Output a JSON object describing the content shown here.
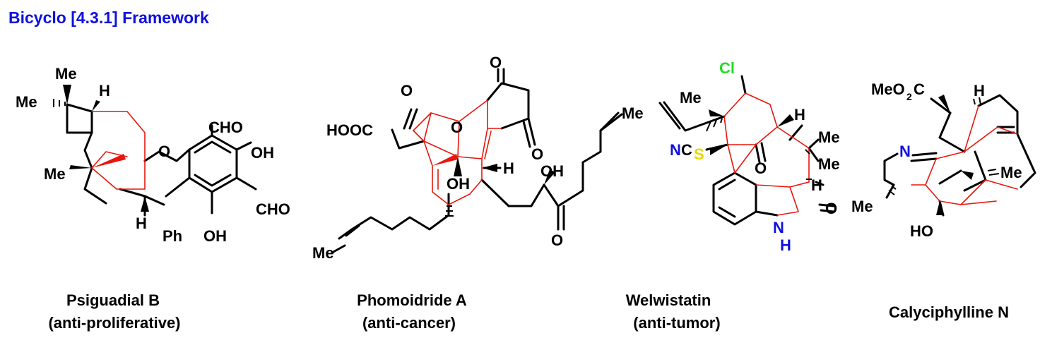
{
  "header": {
    "title": "Bicyclo [4.3.1] Framework"
  },
  "colors": {
    "title": "#1010e0",
    "highlight_bond": "#e8160c",
    "chlorine": "#22dd22",
    "sulfur": "#e6d800",
    "nitrogen": "#1010e0"
  },
  "compounds": [
    {
      "name": "Psiguadial B",
      "activity": "(anti-proliferative)",
      "labels": {
        "me_top": "Me",
        "h_top": "H",
        "me_left": "Me",
        "me_mid": "Me",
        "oxygen": "O",
        "cho_top": "CHO",
        "oh_right": "OH",
        "cho_right": "CHO",
        "h_bottom": "H",
        "ph": "Ph",
        "oh_bottom": "OH"
      }
    },
    {
      "name": "Phomoidride A",
      "activity": "(anti-cancer)",
      "labels": {
        "o_top": "O",
        "o_ketone": "O",
        "o_bridge": "O",
        "hooc": "HOOC",
        "o_lactone": "O",
        "h_ring": "H",
        "oh_center": "OH",
        "oh_side": "OH",
        "me_right": "Me",
        "o_bottom": "O",
        "me_left": "Me"
      }
    },
    {
      "name": "Welwistatin",
      "activity": "(anti-tumor)",
      "labels": {
        "cl": "Cl",
        "me_left": "Me",
        "h_top": "H",
        "n_ncs": "N",
        "c_ncs": "C",
        "s_ncs": "S",
        "o_ketone": "O",
        "me_r1": "Me",
        "me_r2": "Me",
        "h_lower": "H",
        "o_lactam": "O",
        "n_lactam": "N",
        "h_lactam": "H"
      }
    },
    {
      "name": "Calyciphylline N",
      "activity": "",
      "labels": {
        "meo": "MeO",
        "sub2": "2",
        "c_ester": "C",
        "h_top": "H",
        "n_imine": "N",
        "me_right": "Me",
        "me_left": "Me",
        "ho": "HO"
      }
    }
  ]
}
